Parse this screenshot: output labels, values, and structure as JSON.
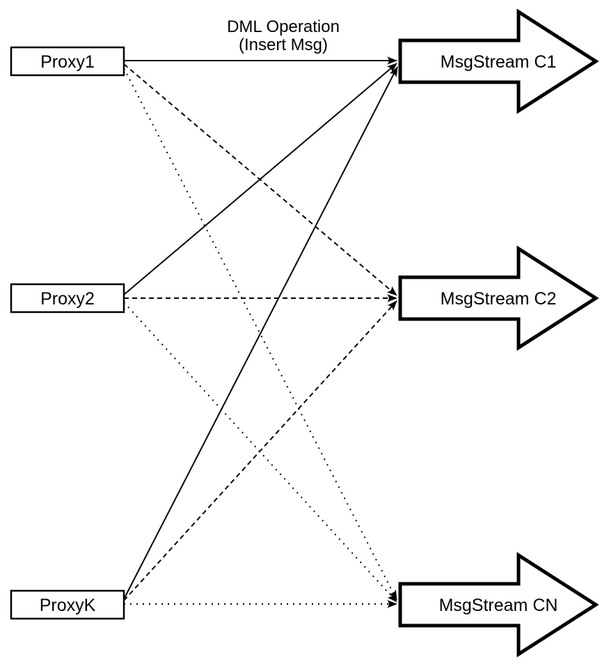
{
  "diagram": {
    "background_color": "#ffffff",
    "line_color": "#000000",
    "node_fill_color": "#ffffff",
    "annotation": {
      "line1": "DML Operation",
      "line2": "(Insert Msg)"
    },
    "proxies": [
      {
        "label": "Proxy1"
      },
      {
        "label": "Proxy2"
      },
      {
        "label": "ProxyK"
      }
    ],
    "streams": [
      {
        "label": "MsgStream C1"
      },
      {
        "label": "MsgStream C2"
      },
      {
        "label": "MsgStream CN"
      }
    ],
    "connections": [
      {
        "from": "Proxy1",
        "to": "MsgStream C1",
        "line_style": "solid",
        "label": "DML Operation (Insert Msg)"
      },
      {
        "from": "Proxy1",
        "to": "MsgStream C2",
        "line_style": "dashed",
        "label": ""
      },
      {
        "from": "Proxy1",
        "to": "MsgStream CN",
        "line_style": "dotted",
        "label": ""
      },
      {
        "from": "Proxy2",
        "to": "MsgStream C1",
        "line_style": "solid",
        "label": ""
      },
      {
        "from": "Proxy2",
        "to": "MsgStream C2",
        "line_style": "dashed",
        "label": ""
      },
      {
        "from": "Proxy2",
        "to": "MsgStream CN",
        "line_style": "dotted",
        "label": ""
      },
      {
        "from": "ProxyK",
        "to": "MsgStream C1",
        "line_style": "solid",
        "label": ""
      },
      {
        "from": "ProxyK",
        "to": "MsgStream C2",
        "line_style": "dashed",
        "label": ""
      },
      {
        "from": "ProxyK",
        "to": "MsgStream CN",
        "line_style": "dotted",
        "label": ""
      }
    ]
  }
}
